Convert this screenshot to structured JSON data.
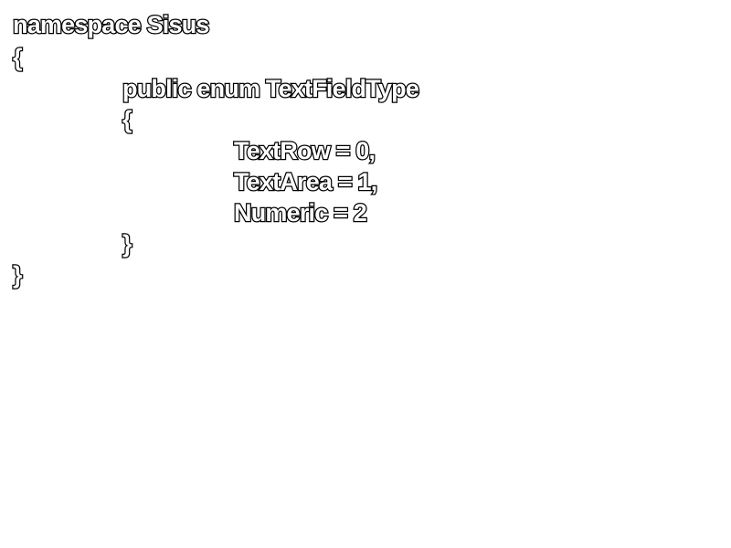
{
  "code": {
    "lines": [
      "namespace Sisus",
      "{",
      "public enum TextFieldType",
      "{",
      "TextRow = 0,",
      "TextArea = 1,",
      "Numeric = 2",
      "}",
      "}"
    ]
  }
}
